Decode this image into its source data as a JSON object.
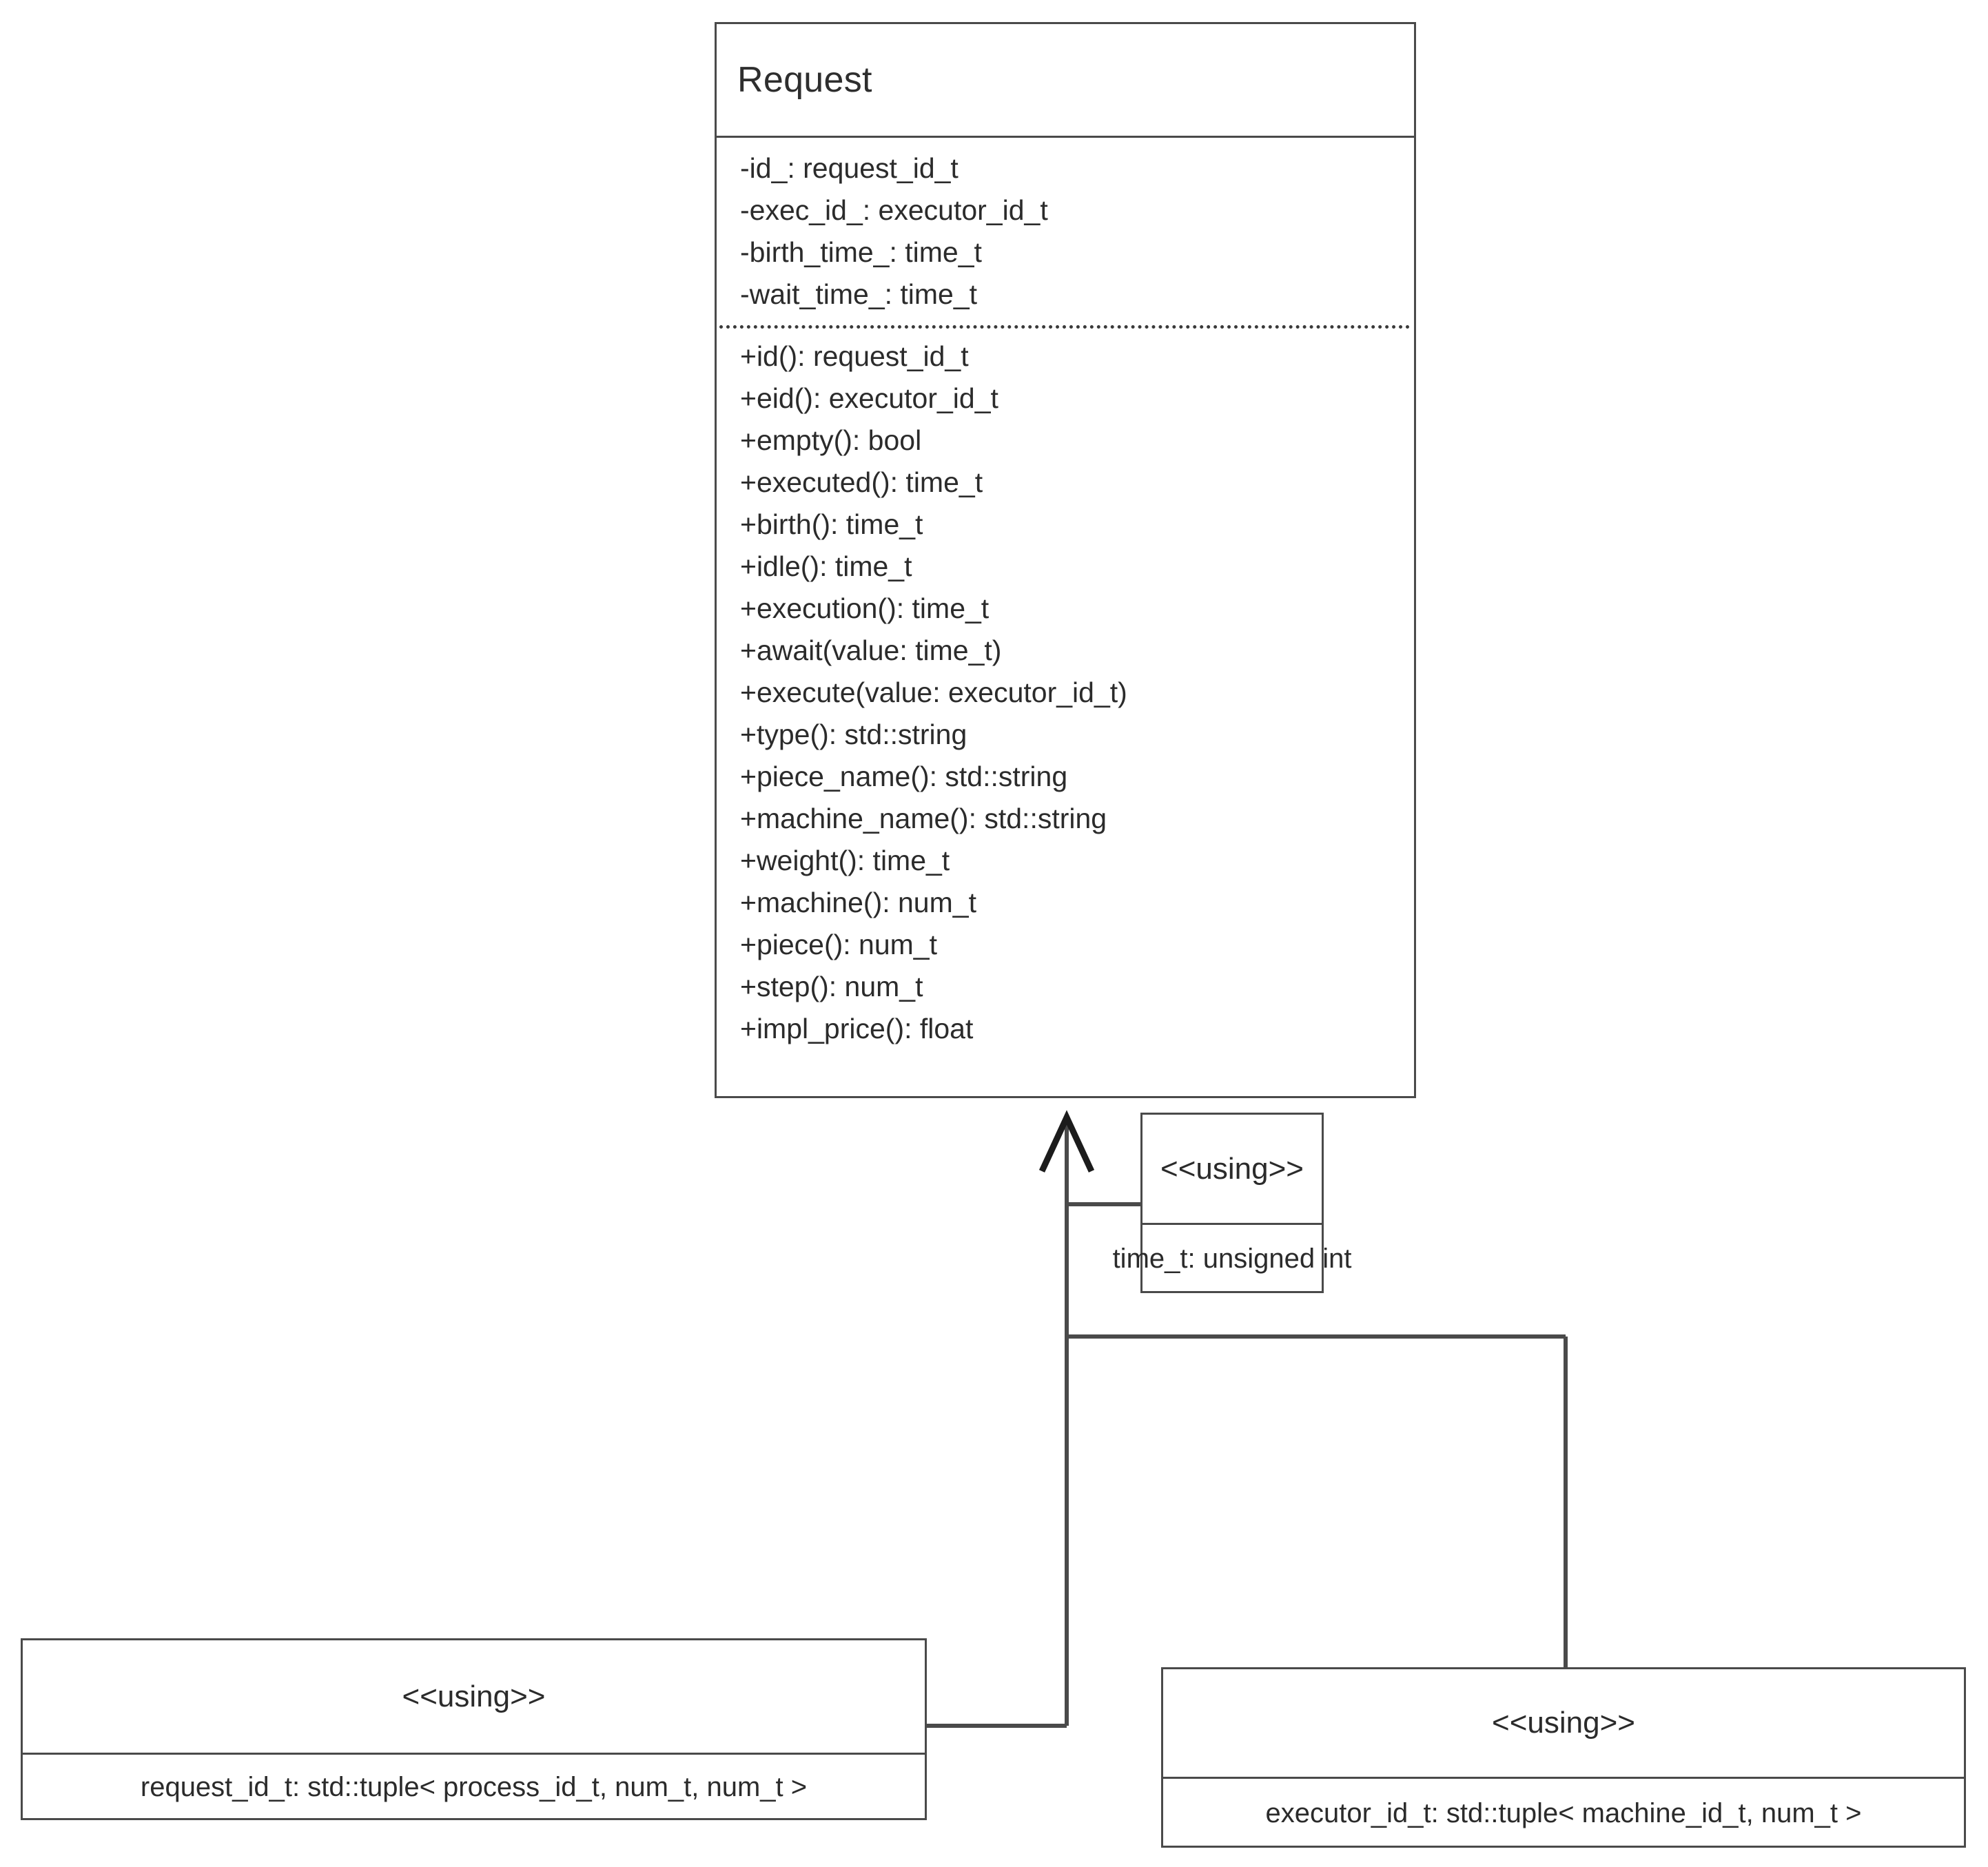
{
  "diagram": {
    "type": "uml-class-diagram",
    "stroke_color": "#4a4a4a",
    "text_color": "#2b2b2b",
    "background": "#ffffff"
  },
  "request_class": {
    "name": "Request",
    "attributes": [
      "-id_: request_id_t",
      "-exec_id_: executor_id_t",
      "-birth_time_: time_t",
      "-wait_time_: time_t"
    ],
    "operations": [
      "+id(): request_id_t",
      "+eid(): executor_id_t",
      "+empty(): bool",
      "+executed(): time_t",
      "+birth(): time_t",
      "+idle(): time_t",
      "+execution(): time_t",
      "+await(value: time_t)",
      "+execute(value: executor_id_t)",
      "+type(): std::string",
      "+piece_name(): std::string",
      "+machine_name(): std::string",
      "+weight(): time_t",
      "+machine(): num_t",
      "+piece(): num_t",
      "+step(): num_t",
      "+impl_price(): float"
    ]
  },
  "notes": {
    "time": {
      "stereotype": "<<using>>",
      "declaration": "time_t: unsigned int"
    },
    "request_id": {
      "stereotype": "<<using>>",
      "declaration": "request_id_t: std::tuple< process_id_t, num_t, num_t >"
    },
    "executor_id": {
      "stereotype": "<<using>>",
      "declaration": "executor_id_t: std::tuple< machine_id_t, num_t >"
    }
  },
  "relationships": [
    {
      "from": "time_t <<using>> note",
      "to": "Request",
      "kind": "dependency-usage",
      "arrowhead": "open-arrow"
    },
    {
      "from": "request_id_t <<using>> note",
      "to": "Request",
      "kind": "dependency-usage",
      "arrowhead": "open-arrow"
    },
    {
      "from": "executor_id_t <<using>> note",
      "to": "Request",
      "kind": "dependency-usage",
      "arrowhead": "open-arrow"
    }
  ]
}
